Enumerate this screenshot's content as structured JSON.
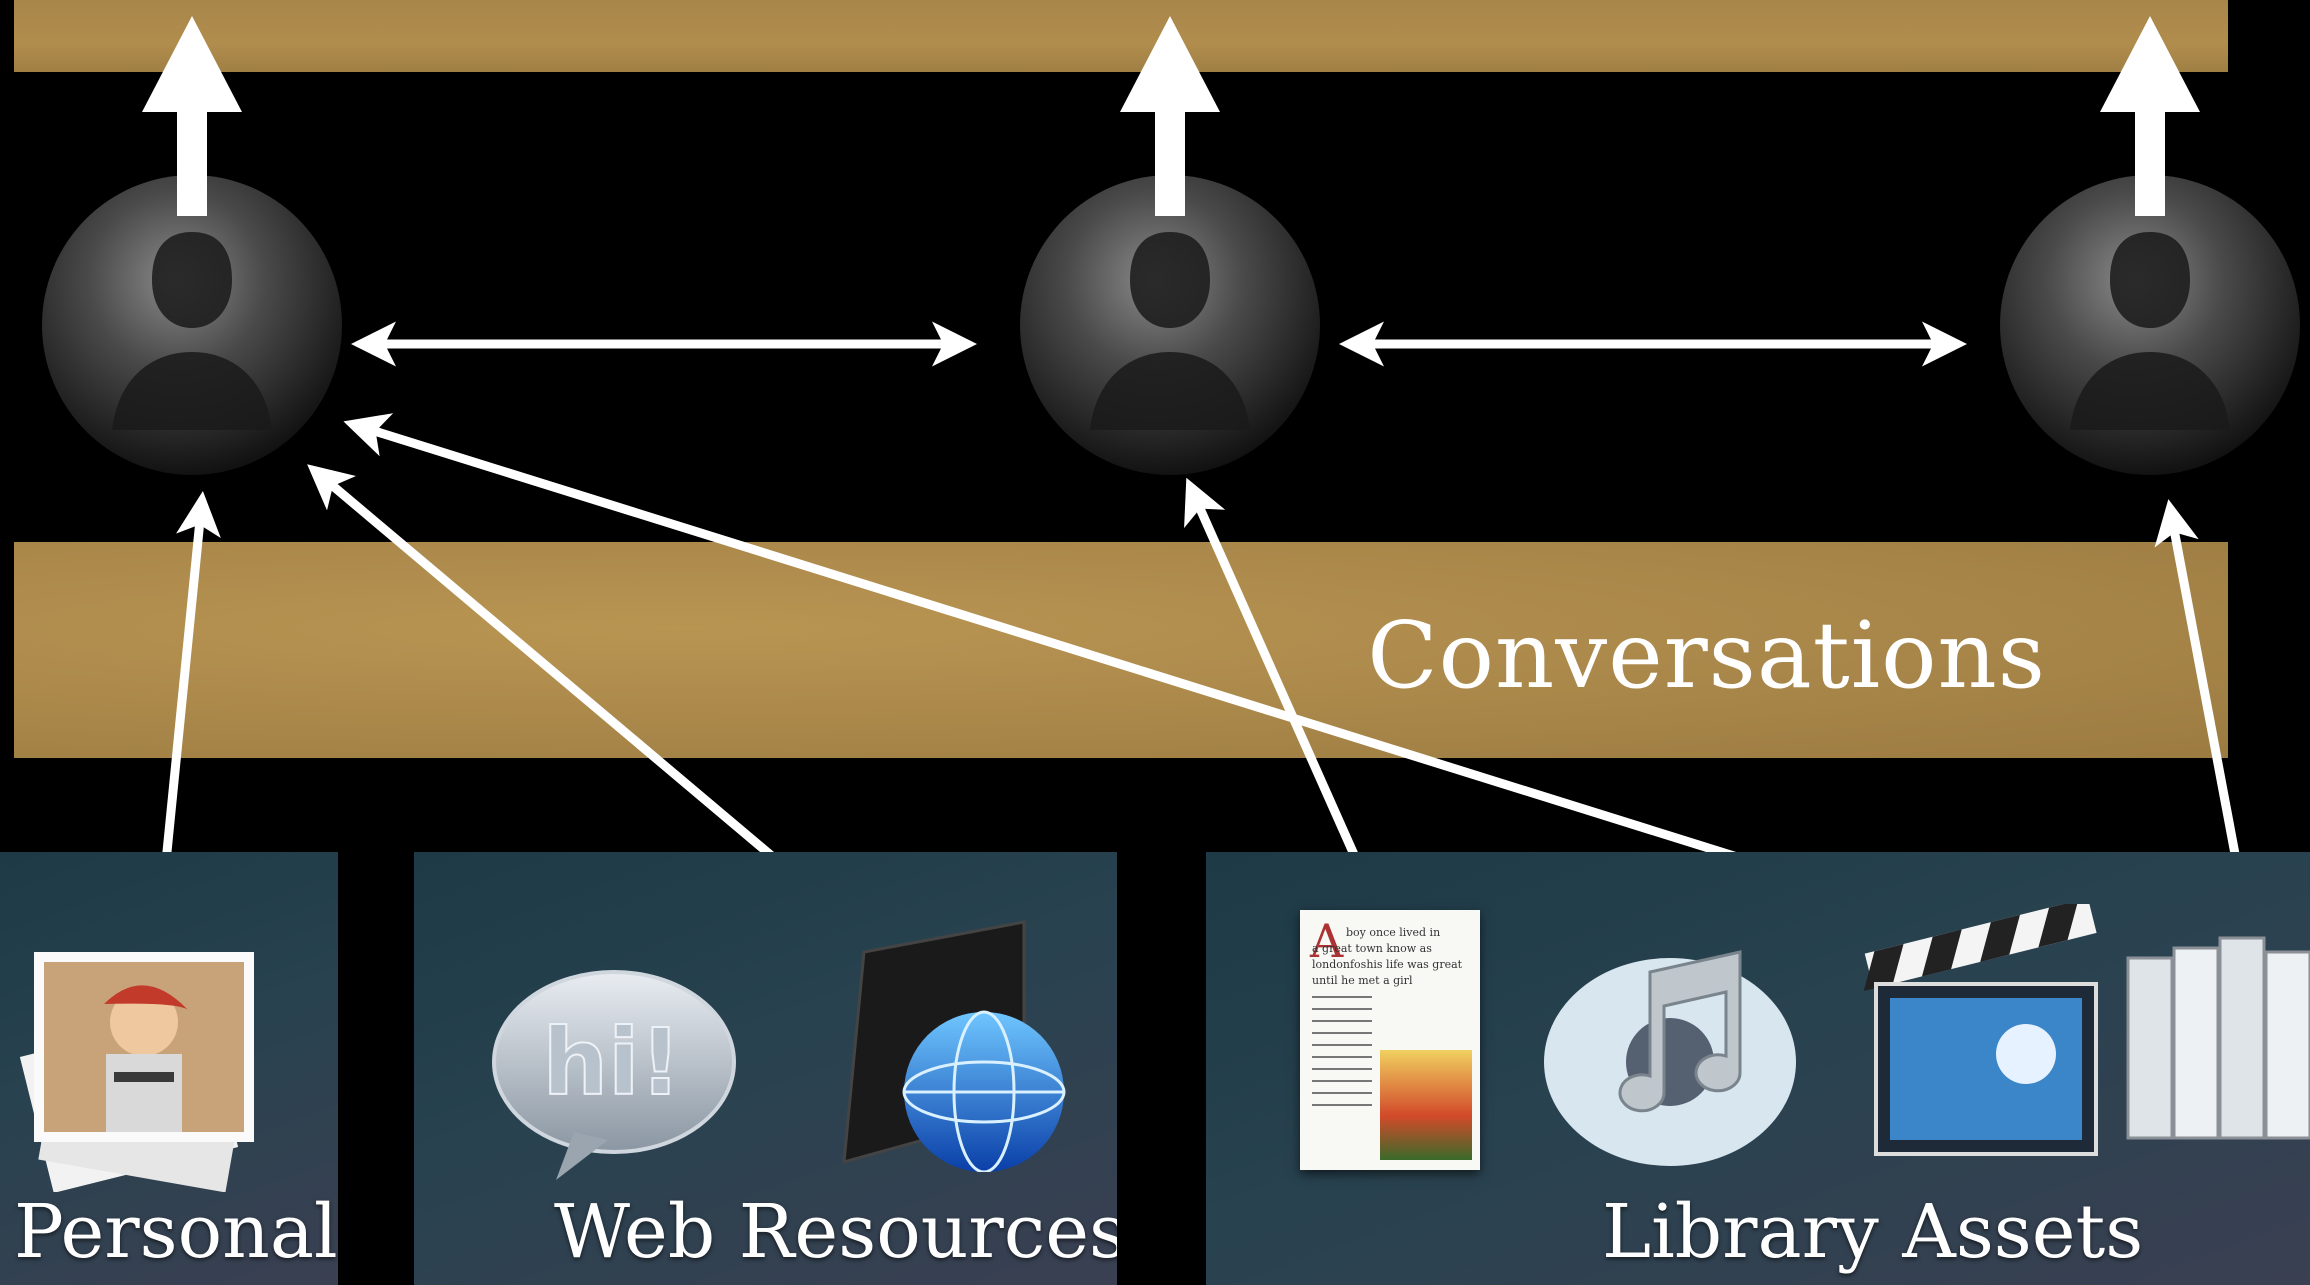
{
  "diagram": {
    "top_band": {
      "label": ""
    },
    "conversations_band": {
      "label": "Conversations"
    },
    "persons": [
      {
        "name": "person-1"
      },
      {
        "name": "person-2"
      },
      {
        "name": "person-3"
      }
    ],
    "sources": [
      {
        "label": "Personal",
        "items": [
          "photos-icon"
        ]
      },
      {
        "label": "Web Resources",
        "items": [
          "ichat-icon",
          "web-globe-icon"
        ]
      },
      {
        "label": "Library Assets",
        "items": [
          "document-icon",
          "music-icon",
          "movie-clapper-icon",
          "books-icon"
        ]
      }
    ],
    "document_text": [
      "A",
      "boy once lived in",
      "a great town know as",
      "londonfoshis life was great",
      "until he met a girl"
    ],
    "chat_text": "hi!"
  },
  "colors": {
    "background": "#000000",
    "band": "#a9874a",
    "panel": "#243f4b",
    "arrow": "#ffffff",
    "label": "#ffffff"
  }
}
